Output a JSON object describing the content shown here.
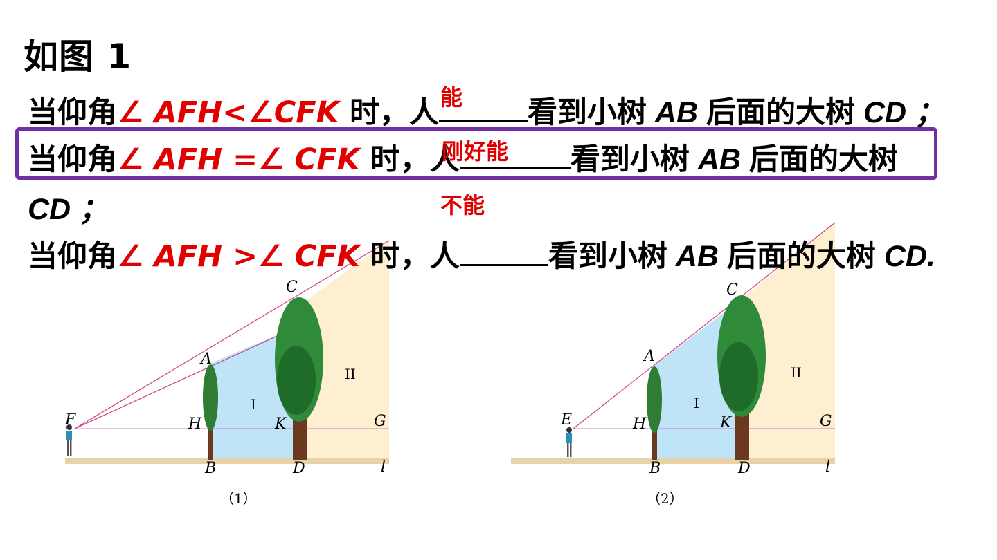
{
  "title": "如图 1",
  "lines": [
    {
      "pre": "当仰角",
      "angle": "∠ AFH<∠CFK",
      "mid": " 时，人",
      "post": "看到小树",
      "ab": " AB ",
      "post2": "后面的大树",
      "cd": " CD ；"
    },
    {
      "pre": "当仰角",
      "angle": "∠ AFH =∠ CFK",
      "mid": " 时，人",
      "post": "看到小树",
      "ab": " AB ",
      "post2": "后面的大树",
      "cd": ""
    },
    {
      "cont": "CD ；"
    },
    {
      "pre": "当仰角",
      "angle": "∠ AFH >∠ CFK",
      "mid": " 时，人",
      "post": "看到小树",
      "ab": " AB ",
      "post2": "后面的大树",
      "cd": " CD."
    }
  ],
  "answers": [
    "能",
    "刚好能",
    "不能"
  ],
  "figure1": {
    "labels": {
      "C": "C",
      "A": "A",
      "F": "F",
      "H": "H",
      "K": "K",
      "G": "G",
      "B": "B",
      "D": "D",
      "l": "l",
      "I": "I",
      "II": "II"
    },
    "caption": "（1）"
  },
  "figure2": {
    "labels": {
      "C": "C",
      "A": "A",
      "E": "E",
      "H": "H",
      "K": "K",
      "G": "G",
      "B": "B",
      "D": "D",
      "l": "l",
      "I": "I",
      "II": "II"
    },
    "caption": "（2）"
  },
  "colors": {
    "answer": "#e00000",
    "box": "#7030a0",
    "region1": "#bfe3f7",
    "region2": "#fdefcf",
    "ground": "#e8d2a8",
    "sightline": "#d0407a"
  }
}
